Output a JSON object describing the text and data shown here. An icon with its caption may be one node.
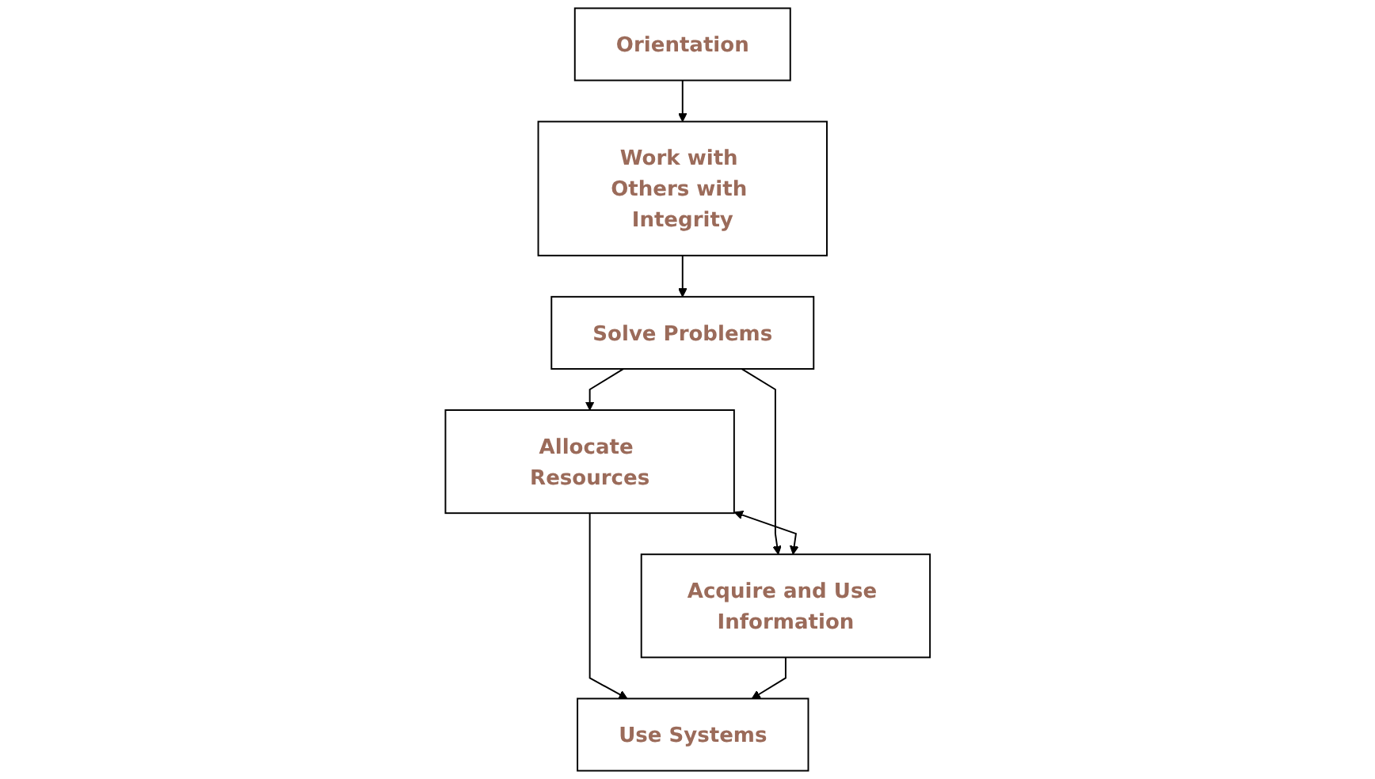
{
  "diagram": {
    "nodes": [
      {
        "text": [
          "Orientation"
        ]
      },
      {
        "text": [
          "Work with Others with Integrity"
        ]
      },
      {
        "text": [
          "Solve Problems"
        ]
      },
      {
        "text": [
          "Allocate Resources"
        ]
      },
      {
        "text": [
          "Acquire and Use Information"
        ]
      },
      {
        "text": [
          "Use Systems"
        ]
      }
    ],
    "edges": [
      {
        "from": 0,
        "to": 1,
        "arrow": "to"
      },
      {
        "from": 1,
        "to": 2,
        "arrow": "to"
      },
      {
        "from": 2,
        "to": 3,
        "arrow": "to"
      },
      {
        "from": 2,
        "to": 4,
        "arrow": "to"
      },
      {
        "from": 3,
        "to": 4,
        "arrow": "both"
      },
      {
        "from": 3,
        "to": 5,
        "arrow": "to"
      },
      {
        "from": 4,
        "to": 5,
        "arrow": "to"
      }
    ]
  }
}
